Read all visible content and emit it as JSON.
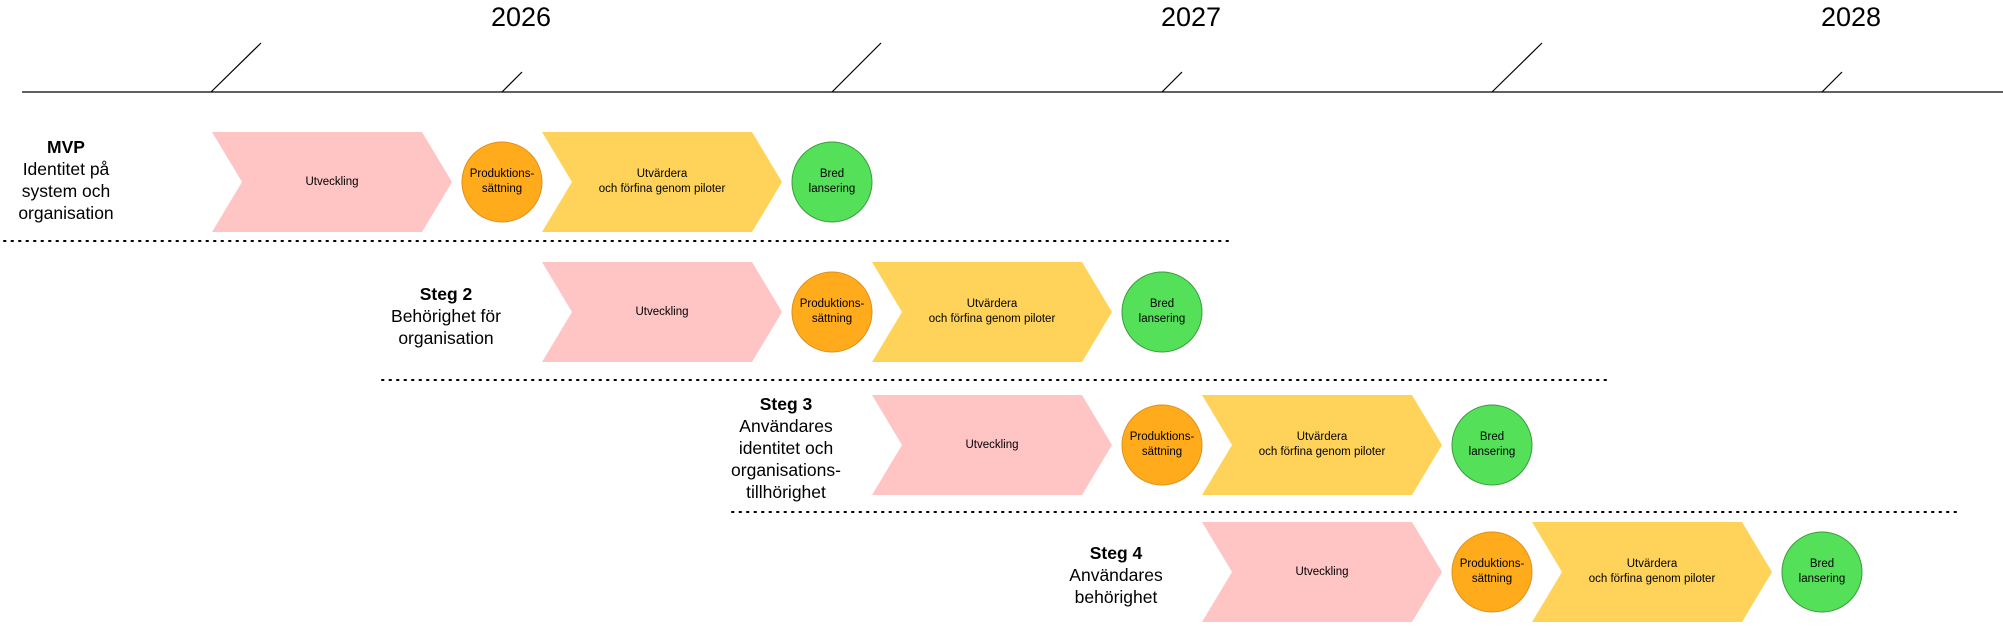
{
  "timeline": {
    "years": [
      "2026",
      "2027",
      "2028"
    ]
  },
  "colors": {
    "development": "#ffc4c4",
    "production": "#ffab1c",
    "evaluate": "#ffd35a",
    "launch": "#55e05a",
    "launch_stroke": "#3a9b3d",
    "production_stroke": "#e0901a"
  },
  "phases": [
    {
      "title": "MVP",
      "description": "Identitet  på\nsystem och\norganisation",
      "steps": {
        "development": "Utveckling",
        "production": "Produktions-\nsättning",
        "evaluate": "Utvärdera\noch förfina genom piloter",
        "launch": "Bred\nlansering"
      }
    },
    {
      "title": "Steg 2",
      "description": "Behörighet för\norganisation",
      "steps": {
        "development": "Utveckling",
        "production": "Produktions-\nsättning",
        "evaluate": "Utvärdera\noch förfina genom piloter",
        "launch": "Bred\nlansering"
      }
    },
    {
      "title": "Steg 3",
      "description": "Användares\nidentitet och\norganisations-\ntillhörighet",
      "steps": {
        "development": "Utveckling",
        "production": "Produktions-\nsättning",
        "evaluate": "Utvärdera\noch förfina genom piloter",
        "launch": "Bred\nlansering"
      }
    },
    {
      "title": "Steg 4",
      "description": "Användares\nbehörighet",
      "steps": {
        "development": "Utveckling",
        "production": "Produktions-\nsättning",
        "evaluate": "Utvärdera\noch förfina genom piloter",
        "launch": "Bred\nlansering"
      }
    }
  ]
}
